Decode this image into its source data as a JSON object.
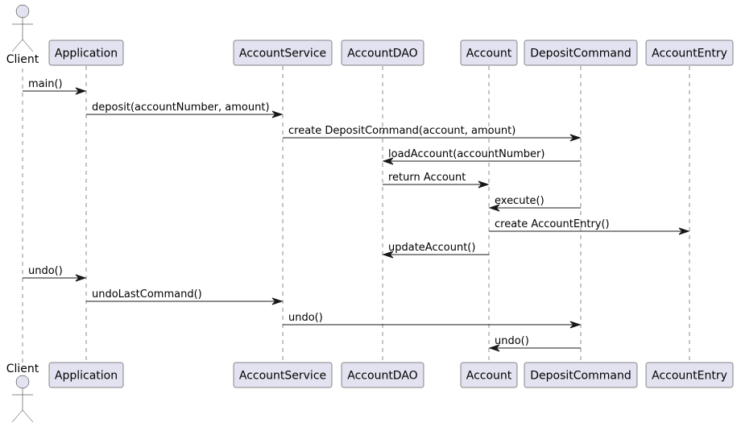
{
  "actor": {
    "label": "Client"
  },
  "participants": [
    {
      "id": "application",
      "label": "Application"
    },
    {
      "id": "accountservice",
      "label": "AccountService"
    },
    {
      "id": "accountdao",
      "label": "AccountDAO"
    },
    {
      "id": "account",
      "label": "Account"
    },
    {
      "id": "depositcommand",
      "label": "DepositCommand"
    },
    {
      "id": "accountentry",
      "label": "AccountEntry"
    }
  ],
  "messages": [
    {
      "from": "client",
      "to": "application",
      "label": "main()"
    },
    {
      "from": "application",
      "to": "accountservice",
      "label": "deposit(accountNumber, amount)"
    },
    {
      "from": "accountservice",
      "to": "depositcommand",
      "label": "create DepositCommand(account, amount)"
    },
    {
      "from": "depositcommand",
      "to": "accountdao",
      "label": "loadAccount(accountNumber)"
    },
    {
      "from": "accountdao",
      "to": "account",
      "label": "return Account"
    },
    {
      "from": "depositcommand",
      "to": "account",
      "label": "execute()"
    },
    {
      "from": "account",
      "to": "accountentry",
      "label": "create AccountEntry()"
    },
    {
      "from": "account",
      "to": "accountdao",
      "label": "updateAccount()"
    },
    {
      "from": "client",
      "to": "application",
      "label": "undo()"
    },
    {
      "from": "application",
      "to": "accountservice",
      "label": "undoLastCommand()"
    },
    {
      "from": "accountservice",
      "to": "depositcommand",
      "label": "undo()"
    },
    {
      "from": "depositcommand",
      "to": "account",
      "label": "undo()"
    }
  ]
}
